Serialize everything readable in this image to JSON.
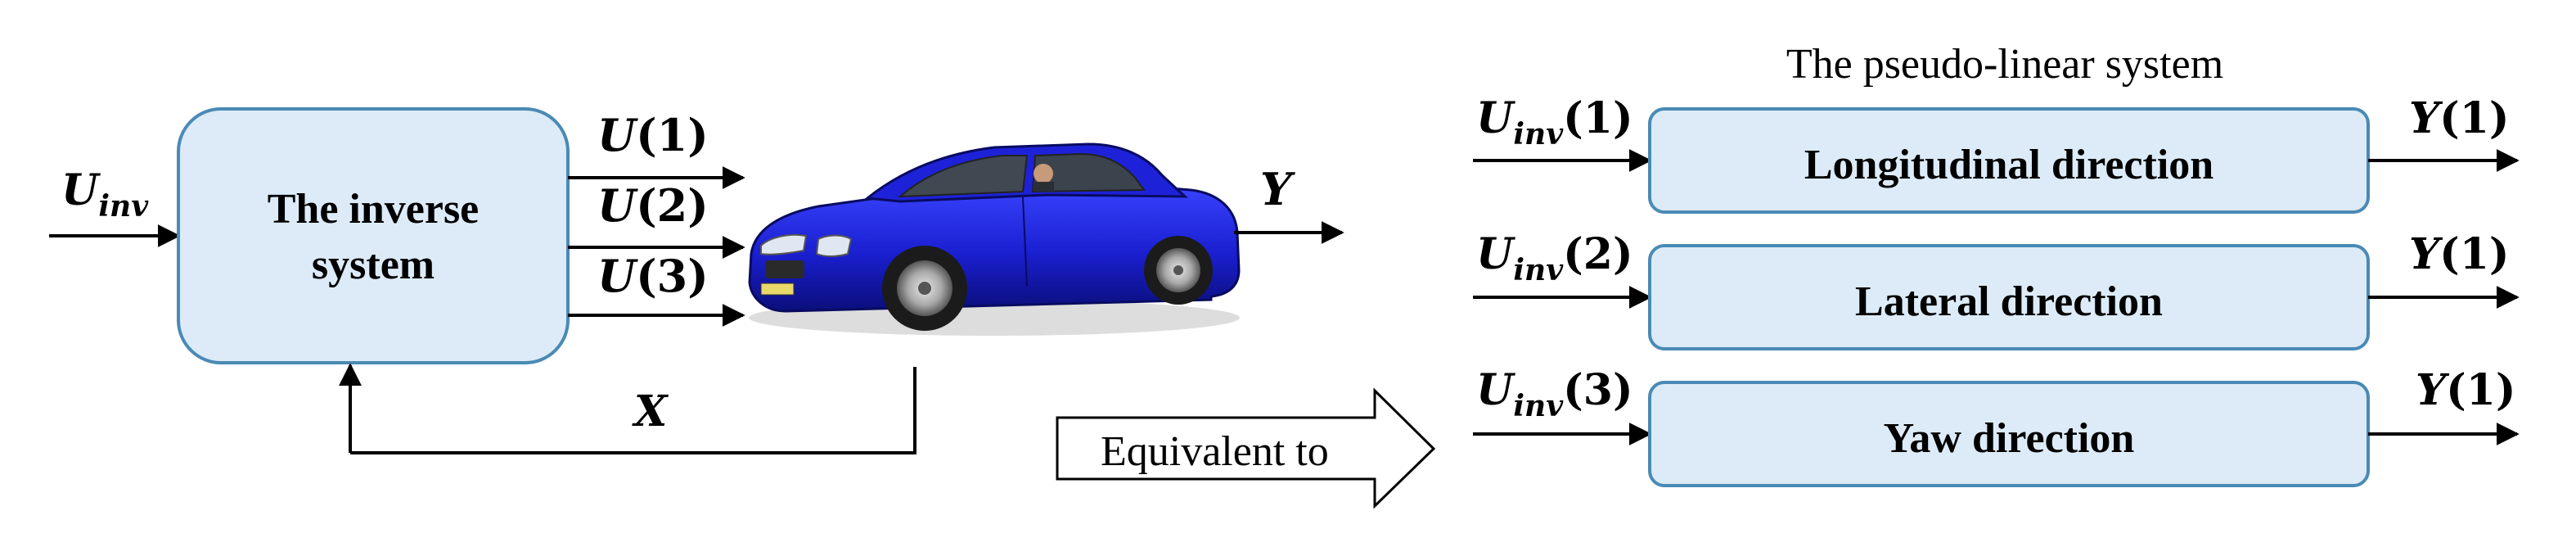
{
  "left": {
    "input_label": {
      "base": "U",
      "sub": "inv"
    },
    "block_label_line1": "The inverse",
    "block_label_line2": "system",
    "outputs": [
      {
        "base": "U",
        "arg": "1"
      },
      {
        "base": "U",
        "arg": "2"
      },
      {
        "base": "U",
        "arg": "3"
      }
    ],
    "plant_output": "Y",
    "feedback_label": "X",
    "plant_icon": "car-icon"
  },
  "equivalence": {
    "label": "Equivalent to"
  },
  "right": {
    "title": "The pseudo-linear system",
    "channels": [
      {
        "input": {
          "base": "U",
          "sub": "inv",
          "arg": "1"
        },
        "block": "Longitudinal direction",
        "output": {
          "base": "Y",
          "arg": "1"
        }
      },
      {
        "input": {
          "base": "U",
          "sub": "inv",
          "arg": "2"
        },
        "block": "Lateral direction",
        "output": {
          "base": "Y",
          "arg": "1"
        }
      },
      {
        "input": {
          "base": "U",
          "sub": "inv",
          "arg": "3"
        },
        "block": "Yaw direction",
        "output": {
          "base": "Y",
          "arg": "1"
        }
      }
    ]
  },
  "colors": {
    "block_fill": "#dcebf7",
    "block_stroke": "#4a8ab5",
    "car_body": "#1a1fd0",
    "line": "#000000"
  }
}
